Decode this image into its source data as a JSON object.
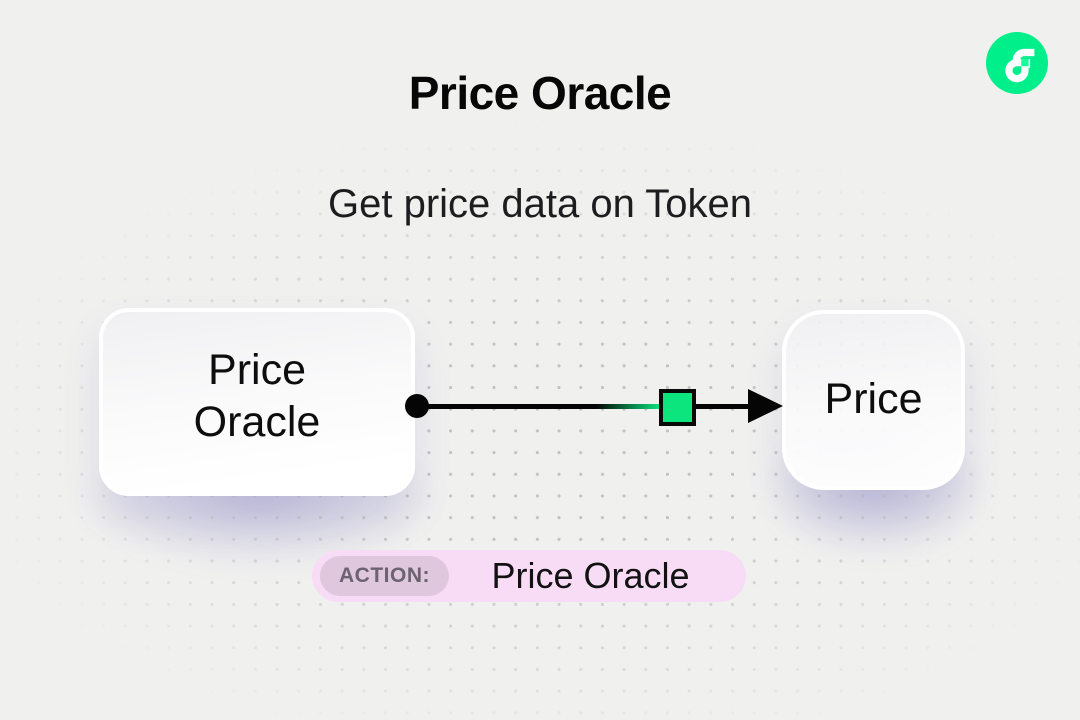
{
  "header": {
    "title": "Price Oracle",
    "subtitle": "Get price data on Token"
  },
  "brand": {
    "logo": "flow-blockchain-logo",
    "logo_circle_color": "#00EF8B",
    "logo_inner_square_color": "#16FF99"
  },
  "diagram": {
    "source_node": {
      "label": "Price Oracle"
    },
    "target_node": {
      "label": "Price"
    },
    "connector": {
      "line_color": "#050505",
      "marker_color": "#0CE57E",
      "direction": "left-to-right"
    }
  },
  "action_badge": {
    "tag": "ACTION:",
    "value": "Price Oracle",
    "badge_color": "#F8DCF6",
    "tag_color": "#DFC7DD"
  }
}
